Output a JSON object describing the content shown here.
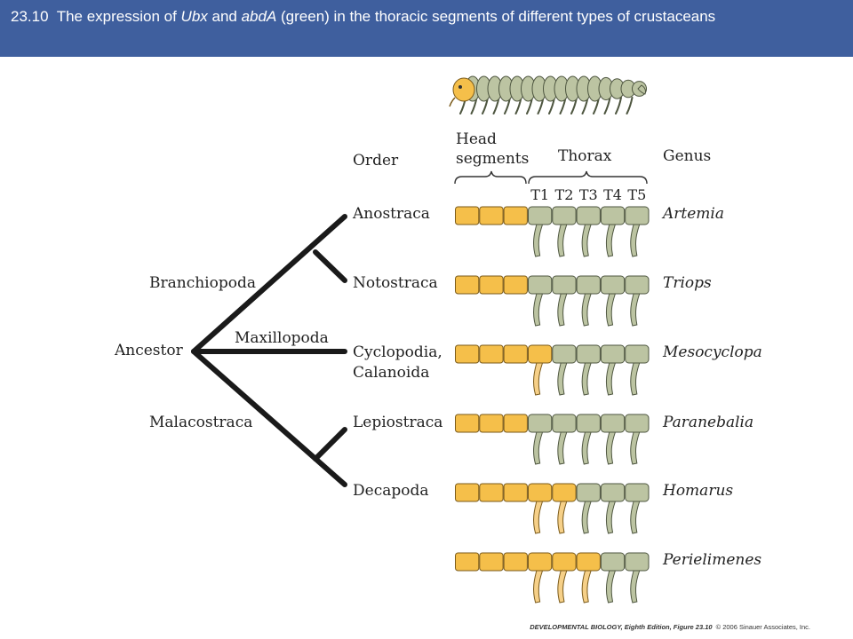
{
  "caption": {
    "number": "23.10",
    "text_before": "The expression of ",
    "gene1": "Ubx",
    "text_middle": " and ",
    "gene2": "abdA",
    "text_after": " (green) in the thoracic segments of different types of crustaceans"
  },
  "colors": {
    "header_bg": "#3f5f9e",
    "head_segment": "#f5bf4a",
    "thorax_green": "#bcc4a2",
    "limb_yellow": "#f6d088",
    "tree_line": "#1a1a1a"
  },
  "tree": {
    "ancestor": "Ancestor",
    "clades": [
      "Branchiopoda",
      "Maxillopoda",
      "Malacostraca"
    ]
  },
  "columns": {
    "order": "Order",
    "head_segments": "Head\nsegments",
    "head_line1": "Head",
    "head_line2": "segments",
    "thorax": "Thorax",
    "genus": "Genus",
    "thoracic_labels": [
      "T1",
      "T2",
      "T3",
      "T4",
      "T5"
    ]
  },
  "rows": [
    {
      "order": "Anostraca",
      "genus": "Artemia",
      "thorax_expression": [
        "green",
        "green",
        "green",
        "green",
        "green"
      ]
    },
    {
      "order": "Notostraca",
      "genus": "Triops",
      "thorax_expression": [
        "green",
        "green",
        "green",
        "green",
        "green"
      ]
    },
    {
      "order": "Cyclopodia,\nCalanoida",
      "order_line1": "Cyclopodia,",
      "order_line2": "Calanoida",
      "genus": "Mesocyclopa",
      "thorax_expression": [
        "yellow",
        "green",
        "green",
        "green",
        "green"
      ]
    },
    {
      "order": "Lepiostraca",
      "genus": "Paranebalia",
      "thorax_expression": [
        "green",
        "green",
        "green",
        "green",
        "green"
      ]
    },
    {
      "order": "Decapoda",
      "genus": "Homarus",
      "thorax_expression": [
        "yellow",
        "yellow",
        "green",
        "green",
        "green"
      ]
    },
    {
      "order": "",
      "genus": "Perielimenes",
      "thorax_expression": [
        "yellow",
        "yellow",
        "yellow",
        "green",
        "green"
      ]
    }
  ],
  "credit": {
    "book": "DEVELOPMENTAL BIOLOGY, Eighth Edition, Figure 23.10",
    "copyright": "© 2006 Sinauer Associates, Inc."
  }
}
